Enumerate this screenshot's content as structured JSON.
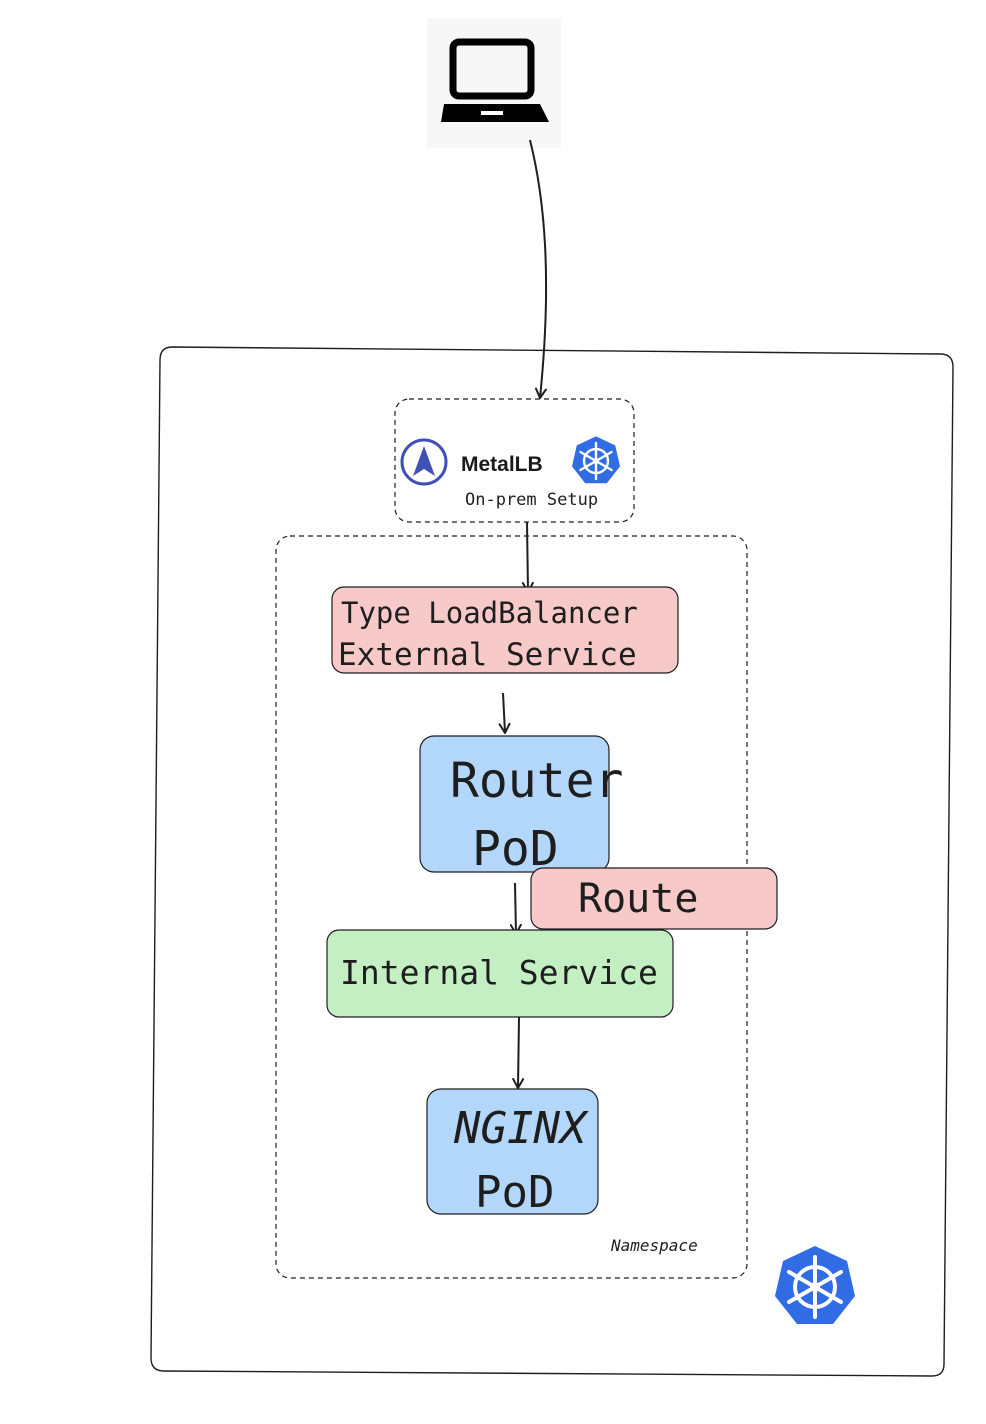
{
  "client": {
    "icon": "laptop-icon"
  },
  "metallb": {
    "logo_icon": "metallb-logo-icon",
    "name": "MetalLB",
    "k8s_icon": "kubernetes-icon",
    "caption": "On-prem Setup"
  },
  "namespace": {
    "label": "Namespace"
  },
  "nodes": {
    "external_service": {
      "line1": "Type LoadBalancer",
      "line2": "External Service"
    },
    "router_pod": {
      "line1": "Router",
      "line2": "PoD"
    },
    "route": {
      "label": "Route"
    },
    "internal_service": {
      "label": "Internal Service"
    },
    "nginx_pod": {
      "line1": "NGINX",
      "line2": "PoD"
    }
  },
  "cluster": {
    "icon": "kubernetes-icon"
  },
  "colors": {
    "pink": "#f8c9c9",
    "blue": "#b3d7fb",
    "green": "#c3efc3",
    "k8s_blue": "#326ce5",
    "metallb_blue": "#3f51b5",
    "stroke": "#1e1e1e"
  }
}
